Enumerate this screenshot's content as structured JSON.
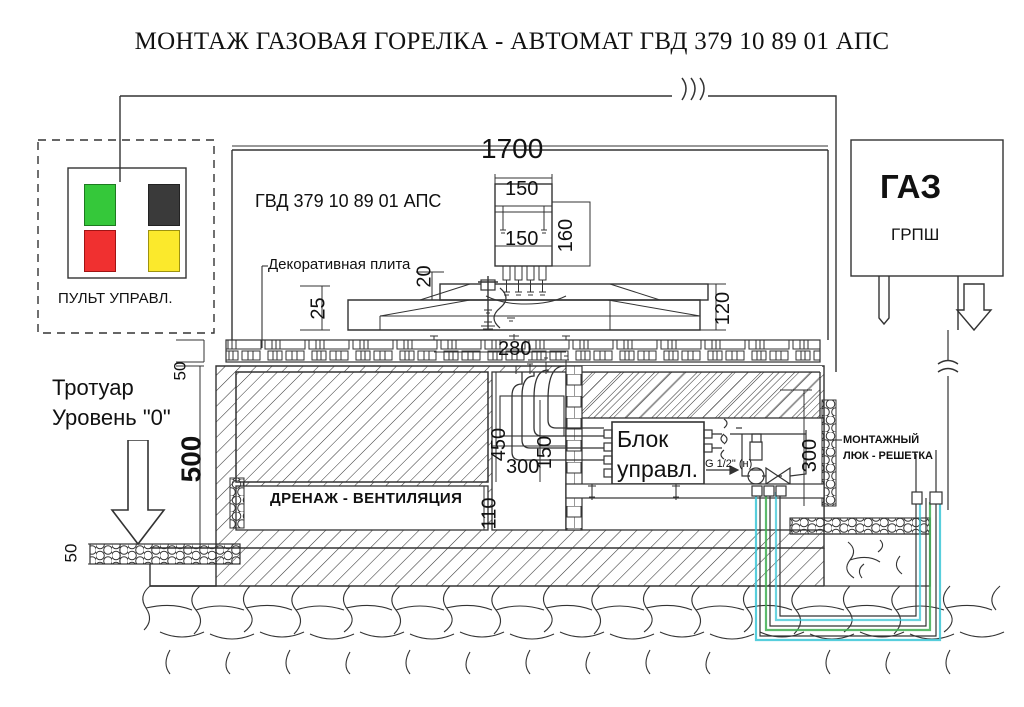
{
  "title": "МОНТАЖ ГАЗОВАЯ ГОРЕЛКА - АВТОМАТ ГВД 379 10 89 01 АПС",
  "control_panel": {
    "caption": "ПУЛЬТ УПРАВЛ.",
    "buttons": [
      {
        "name": "green-indicator",
        "color": "#35c83a"
      },
      {
        "name": "dark-indicator",
        "color": "#3a3a3a"
      },
      {
        "name": "red-indicator",
        "color": "#f03030"
      },
      {
        "name": "yellow-indicator",
        "color": "#fbe92c"
      }
    ]
  },
  "gas_box": {
    "title": "ГАЗ",
    "subtitle": "ГРПШ"
  },
  "burner": {
    "model": "ГВД 379 10 89 01 АПС",
    "overall_width": "1700",
    "box_width_top": "150",
    "box_width_bottom": "150",
    "box_height": "160"
  },
  "labels": {
    "decorative_plate": "Декоративная плита",
    "sidewalk": "Тротуар",
    "level_zero": "Уровень \"0\"",
    "drainage": "ДРЕНАЖ - ВЕНТИЛЯЦИЯ",
    "control_block_line1": "Блок",
    "control_block_line2": "управл.",
    "hatch_line1": "МОНТАЖНЫЙ",
    "hatch_line2": "ЛЮК - РЕШЕТКА",
    "thread": "G 1/2\" (н)"
  },
  "dimensions": {
    "plate_thickness_20": "20",
    "plate_step_25": "25",
    "plate_depth_120": "120",
    "base_width_280": "280",
    "paving_50": "50",
    "foundation_500": "500",
    "chamber_450": "450",
    "chamber_300": "300",
    "pipe_150": "150",
    "channel_110": "110",
    "hatch_300": "300",
    "ground_50": "50"
  },
  "colors": {
    "line": "#333333",
    "pipe_cyan": "#39c6d6",
    "pipe_green": "#3fae52",
    "text": "#111111"
  }
}
